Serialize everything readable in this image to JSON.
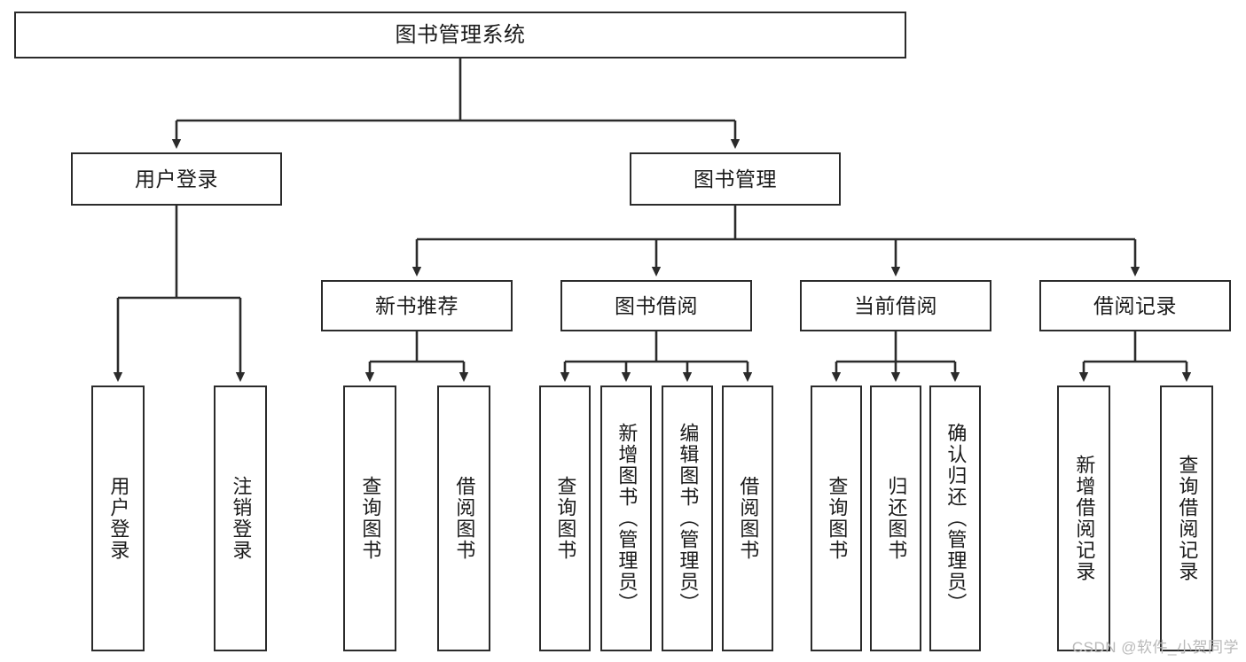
{
  "diagram": {
    "title": "图书管理系统",
    "type": "hierarchy-tree",
    "background_color": "#ffffff",
    "line_color": "#2b2b2b",
    "box_fill": "#ffffff"
  },
  "root": {
    "label": "图书管理系统"
  },
  "level2": [
    {
      "label": "用户登录"
    },
    {
      "label": "图书管理"
    }
  ],
  "level3": [
    {
      "label": "新书推荐"
    },
    {
      "label": "图书借阅"
    },
    {
      "label": "当前借阅"
    },
    {
      "label": "借阅记录"
    }
  ],
  "leaves": {
    "user_login": [
      {
        "label": "用户登录"
      },
      {
        "label": "注销登录"
      }
    ],
    "new_book_recommend": [
      {
        "label": "查询图书"
      },
      {
        "label": "借阅图书"
      }
    ],
    "book_borrow": [
      {
        "label": "查询图书"
      },
      {
        "label": "新增图书（管理员）"
      },
      {
        "label": "编辑图书（管理员）"
      },
      {
        "label": "借阅图书"
      }
    ],
    "current_borrow": [
      {
        "label": "查询图书"
      },
      {
        "label": "归还图书"
      },
      {
        "label": "确认归还（管理员）"
      }
    ],
    "borrow_record": [
      {
        "label": "新增借阅记录"
      },
      {
        "label": "查询借阅记录"
      }
    ]
  },
  "watermark": {
    "text": "CSDN @软件_小贺同学"
  }
}
